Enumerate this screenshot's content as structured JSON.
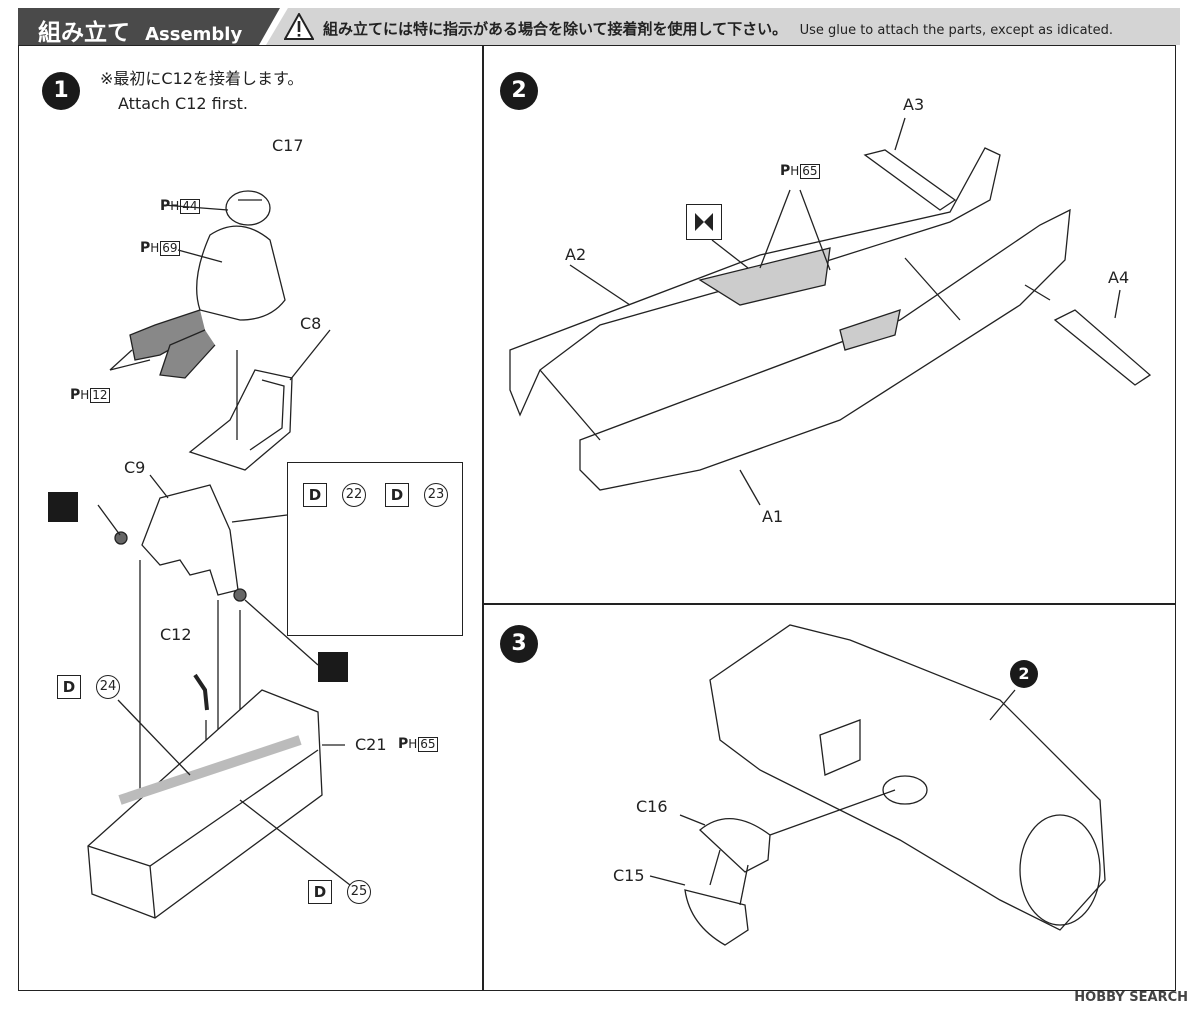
{
  "header": {
    "title_jp": "組み立て",
    "title_en": "Assembly",
    "warning_jp": "組み立てには特に指示がある場合を除いて接着剤を使用して下さい。",
    "warning_en": "Use glue to attach the parts, except as idicated."
  },
  "step1": {
    "number": "1",
    "note_jp": "※最初にC12を接着します。",
    "note_en": "Attach C12 first.",
    "labels": {
      "c17": "C17",
      "c8": "C8",
      "c9": "C9",
      "c12": "C12",
      "c21": "C21"
    },
    "paints": [
      {
        "p": "P",
        "sub": "H",
        "num": "44"
      },
      {
        "p": "P",
        "sub": "H",
        "num": "69"
      },
      {
        "p": "P",
        "sub": "H",
        "num": "12"
      },
      {
        "p": "P",
        "sub": "H",
        "num": "65"
      }
    ],
    "decals": [
      {
        "letter": "D",
        "num": "22"
      },
      {
        "letter": "D",
        "num": "23"
      },
      {
        "letter": "D",
        "num": "24"
      },
      {
        "letter": "D",
        "num": "25"
      }
    ]
  },
  "step2": {
    "number": "2",
    "labels": {
      "a1": "A1",
      "a2": "A2",
      "a3": "A3",
      "a4": "A4"
    },
    "paint": {
      "p": "P",
      "sub": "H",
      "num": "65"
    }
  },
  "step3": {
    "number": "3",
    "labels": {
      "c15": "C15",
      "c16": "C16"
    },
    "ref_step": "2"
  },
  "footer": {
    "watermark": "HOBBY SEARCH"
  },
  "colors": {
    "header_dark": "#4a4a4a",
    "header_light": "#d4d4d4",
    "line": "#222222",
    "fill_gray": "#cfcfcf"
  }
}
